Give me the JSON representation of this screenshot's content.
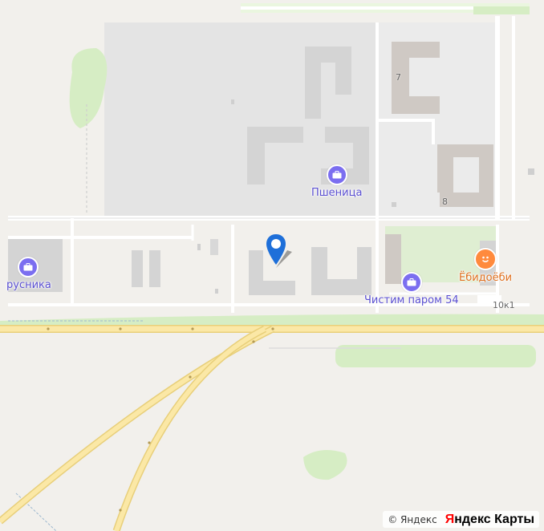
{
  "map": {
    "pois": [
      {
        "id": "pshenitsa",
        "label": "Пшеница",
        "icon": "briefcase-icon",
        "color": "#7b6ef0"
      },
      {
        "id": "brusnika",
        "label": "русника",
        "icon": "briefcase-icon",
        "color": "#7b6ef0"
      },
      {
        "id": "chistim",
        "label": "Чистим паром 54",
        "icon": "briefcase-icon",
        "color": "#7b6ef0"
      },
      {
        "id": "ebidoebi",
        "label": "Ёбидоёби",
        "icon": "smiley-icon",
        "color": "#ff8a3d"
      }
    ],
    "houses": [
      "7",
      "8",
      "10к1"
    ],
    "copyright": {
      "small": "© Яндекс",
      "brand_first": "Я",
      "brand_rest": "ндекс Карты"
    }
  }
}
